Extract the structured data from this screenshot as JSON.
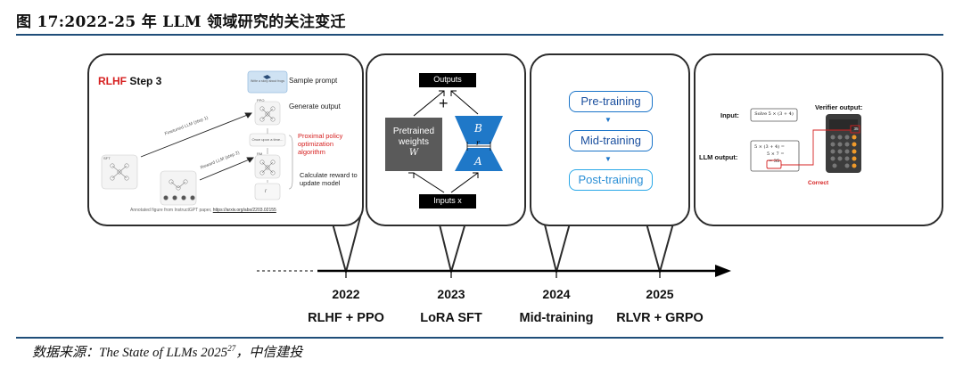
{
  "figure": {
    "title": "图 17:2022-25 年 LLM 领域研究的关注变迁",
    "source": "数据来源：The State of LLMs 2025",
    "source_sup": "27",
    "source_suffix": "，中信建投"
  },
  "timeline": {
    "years": [
      "2022",
      "2023",
      "2024",
      "2025"
    ],
    "labels": [
      "RLHF + PPO",
      "LoRA SFT",
      "Mid-training",
      "RLVR + GRPO"
    ]
  },
  "panel_rlhf": {
    "title_red": "RLHF",
    "title_rest": " Step 3",
    "sample_prompt": "Sample prompt",
    "prompt_box_text": "Write a story about frogs",
    "generate_output": "Generate output",
    "ppo": "Proximal policy optimization algorithm",
    "calculate_reward": "Calculate reward to update model",
    "finetuned_llm": "Finetuned LLM (step 1)",
    "reward_llm": "Reward LLM (step 2)",
    "sft": "SFT",
    "rm": "RM",
    "ppo_node": "PPO",
    "once_upon": "Once upon a time...",
    "r_k": "r",
    "footnote": "Annotated figure from InstructGPT paper, ",
    "footnote_link": "https://arxiv.org/abs/2203.02155"
  },
  "panel_lora": {
    "outputs": "Outputs",
    "plus": "+",
    "pretrained_line1": "Pretrained",
    "pretrained_line2": "weights",
    "w": "W",
    "b": "B",
    "a": "A",
    "r": "r",
    "inputs": "Inputs x"
  },
  "panel_mid": {
    "stages": [
      "Pre-training",
      "Mid-training",
      "Post-training"
    ],
    "arrow": "▼"
  },
  "panel_rlvr": {
    "input_label": "Input:",
    "input_value": "Solve 5 × (3 + 4)",
    "verifier_label": "Verifier output:",
    "llm_output_label": "LLM output:",
    "llm_line1": "5 × (3 + 4) =",
    "llm_line2": "5 × 7 =",
    "llm_line3": "= 35",
    "calc_display": "35",
    "correct": "Correct"
  }
}
